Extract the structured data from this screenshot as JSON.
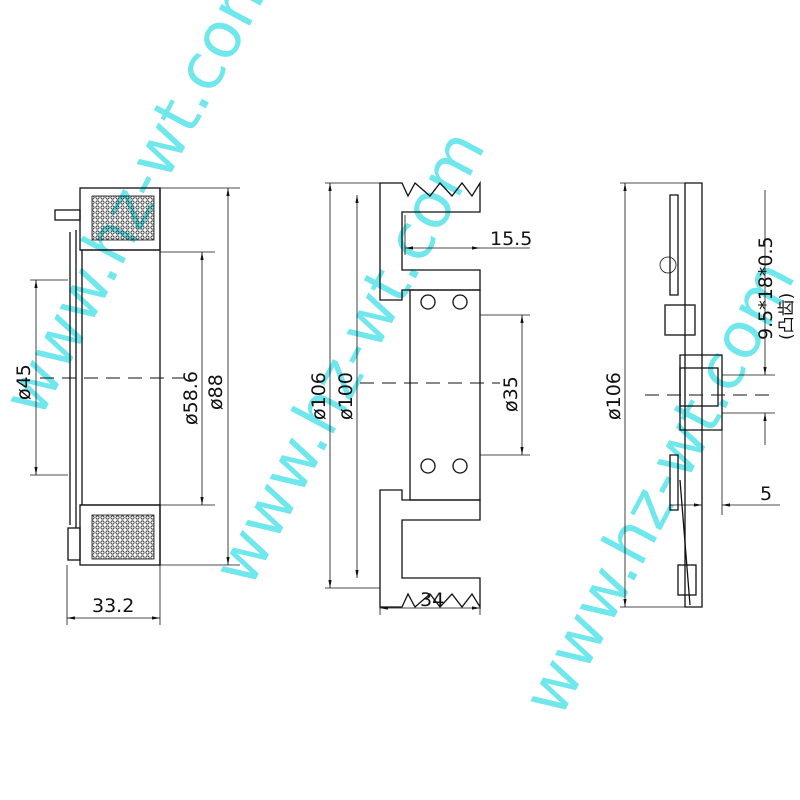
{
  "watermark": "www.hz-wt.com",
  "watermark_color": "#3fe0e6",
  "coil": {
    "d_inner": "ø45",
    "d_mid": "ø58.6",
    "d_outer": "ø88",
    "width": "33.2"
  },
  "pulley": {
    "d_outer": "ø106",
    "d_groove": "ø100",
    "groove_width": "15.5",
    "d_bearing": "ø35",
    "width": "34"
  },
  "hub": {
    "d_outer": "ø106",
    "spline": "9.5*18*0.5",
    "spline_note": "(凸齿)",
    "offset": "5"
  }
}
